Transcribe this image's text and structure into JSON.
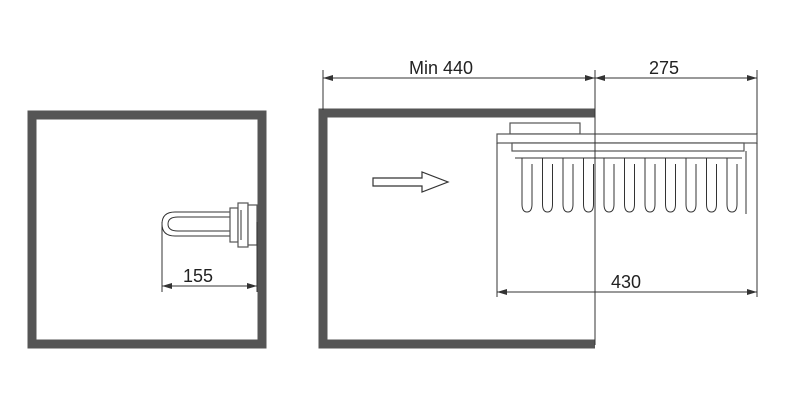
{
  "dimensions": {
    "side_depth": "155",
    "min_depth": "Min 440",
    "extension": "275",
    "overall_length": "430"
  },
  "icons": {
    "insert_direction": "arrow-right-icon"
  },
  "colors": {
    "cabinet": "#555555",
    "lines": "#333333",
    "background": "#ffffff"
  }
}
